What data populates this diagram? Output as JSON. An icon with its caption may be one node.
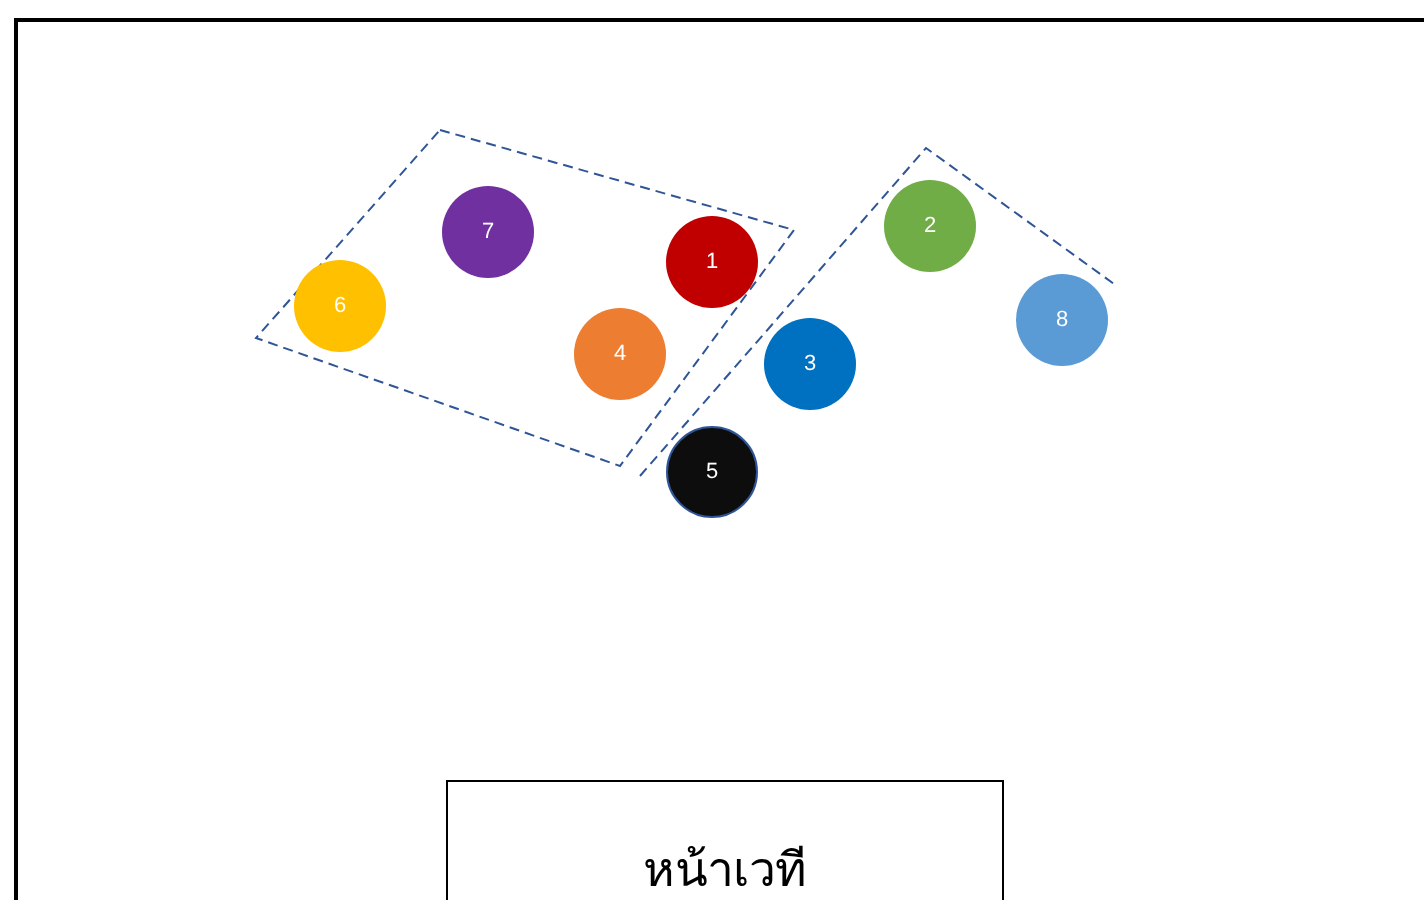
{
  "diagram": {
    "nodes": [
      {
        "text": [
          "1"
        ]
      },
      {
        "text": [
          "2"
        ]
      },
      {
        "text": [
          "3"
        ]
      },
      {
        "text": [
          "4"
        ]
      },
      {
        "text": [
          "5"
        ]
      },
      {
        "text": [
          "6"
        ]
      },
      {
        "text": [
          "7"
        ]
      },
      {
        "text": [
          "8"
        ]
      },
      {
        "text": [
          "หน้าเวที"
        ]
      }
    ]
  }
}
